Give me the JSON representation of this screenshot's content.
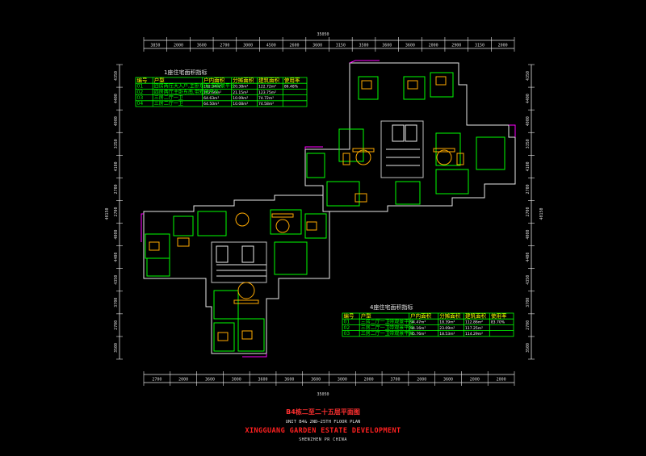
{
  "drawing": {
    "overall_dim_top": "35050",
    "overall_dim_bottom": "35050",
    "overall_dim_left": "40150",
    "overall_dim_right": "40150",
    "top_dims": [
      "3850",
      "2000",
      "3600",
      "2700",
      "3000",
      "4500",
      "2600",
      "3600",
      "3150",
      "3500",
      "3600",
      "3600",
      "2000",
      "2900",
      "3150",
      "2000"
    ],
    "bottom_dims": [
      "2700",
      "2000",
      "3600",
      "3000",
      "3600",
      "3600",
      "3600",
      "3000",
      "2000",
      "3700",
      "2000",
      "3600",
      "2000",
      "2000"
    ],
    "left_dims": [
      "4350",
      "4400",
      "4000",
      "3350",
      "4100",
      "2700",
      "2700",
      "4000",
      "4400",
      "4350",
      "3700",
      "2700",
      "3500"
    ],
    "right_dims": [
      "4350",
      "4400",
      "4000",
      "3350",
      "4100",
      "2700",
      "2700",
      "4000",
      "4400",
      "4350",
      "3700",
      "2700",
      "3500"
    ]
  },
  "table_upper": {
    "title": "1座住宅面积指标",
    "headers": [
      "编号",
      "户型",
      "户内面积",
      "分摊面积",
      "建筑面积",
      "使用率"
    ],
    "rows": [
      {
        "id": "01",
        "type": "四房两厅",
        "desc": "大入户,主卧东南,带观景平台",
        "inner": "102.34m²",
        "share": "20.38m²",
        "total": "122.72m²",
        "rate": "86.48%"
      },
      {
        "id": "02",
        "type": "四房两厅",
        "desc": "主卧东南,带观景平台",
        "inner": "102.60m²",
        "share": "21.15m²",
        "total": "123.75m²",
        "rate": ""
      },
      {
        "id": "03",
        "type": "三房二厅一卫",
        "desc": "",
        "inner": "64.63m²",
        "share": "10.09m²",
        "total": "74.72m²",
        "rate": ""
      },
      {
        "id": "04",
        "type": "三房二厅一卫",
        "desc": "",
        "inner": "64.50m²",
        "share": "10.08m²",
        "total": "74.58m²",
        "rate": ""
      }
    ]
  },
  "table_lower": {
    "title": "4座住宅面积指标",
    "headers": [
      "编号",
      "户型",
      "户内面积",
      "分摊面积",
      "建筑面积",
      "使用率"
    ],
    "rows": [
      {
        "id": "01",
        "type": "三房二厅一卫",
        "desc": "带观景平台",
        "inner": "94.47m²",
        "share": "18.39m²",
        "total": "112.86m²",
        "rate": "83.70%"
      },
      {
        "id": "02",
        "type": "三房二厅一卫",
        "desc": "带观景平台",
        "inner": "94.16m²",
        "share": "23.09m²",
        "total": "117.25m²",
        "rate": ""
      },
      {
        "id": "03",
        "type": "三房二厅一卫",
        "desc": "带观景平台",
        "inner": "95.76m²",
        "share": "18.53m²",
        "total": "114.29m²",
        "rate": ""
      }
    ]
  },
  "caption": {
    "line1": "B4栋二至二十五层平面图",
    "line2": "UNIT B4& 2ND—25TH FLOOR PLAN",
    "line3": "XINGGUANG GARDEN ESTATE DEVELOPMENT",
    "line4": "SHENZHEN PR CHINA"
  },
  "colors": {
    "background": "#000000",
    "walls": "#e8e8e8",
    "rooms": "#00ff00",
    "furniture": "#ffaa00",
    "tables": "#00ff00",
    "accent": "#ff2020",
    "highlight": "#ff00ff"
  }
}
